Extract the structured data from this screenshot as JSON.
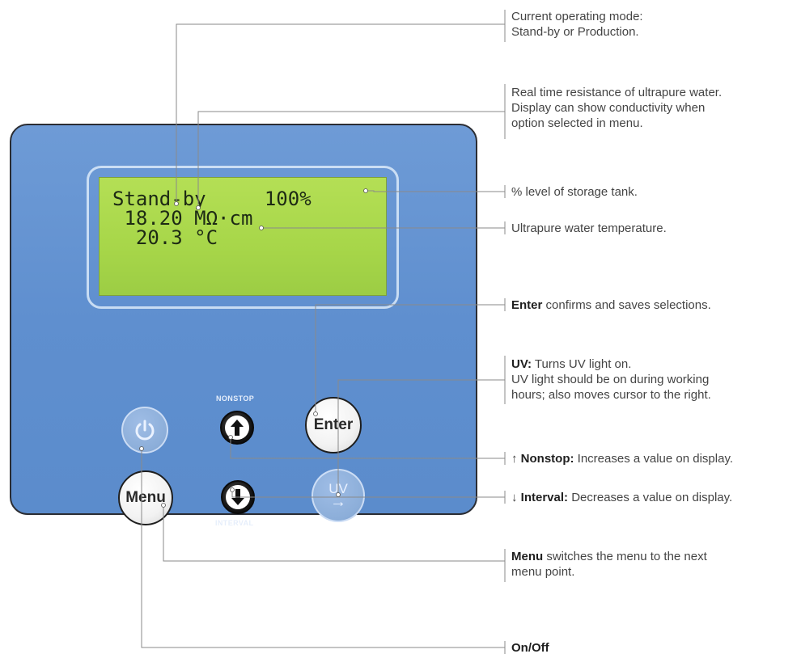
{
  "lcd": {
    "line1": "Stand-by     100%",
    "line2": " 18.20 MΩ·cm",
    "line3": "  20.3 °C"
  },
  "buttons": {
    "enter": "Enter",
    "menu": "Menu",
    "uv": "UV",
    "uv_arrow": "→",
    "nonstop_label": "NONSTOP",
    "interval_label": "INTERVAL"
  },
  "callouts": {
    "mode_1": "Current operating mode:",
    "mode_2": "Stand-by or Production.",
    "resistance_1": "Real time resistance of ultrapure water.",
    "resistance_2": "Display can show conductivity when",
    "resistance_3": "option selected in menu.",
    "level": "% level of storage tank.",
    "temperature": "Ultrapure water temperature.",
    "enter_bold": "Enter",
    "enter_text": " confirms and saves selections.",
    "uv_bold": "UV:",
    "uv_text_1": " Turns UV light on.",
    "uv_text_2": "UV light should be on during working",
    "uv_text_3": "hours; also moves cursor to the right.",
    "nonstop_prefix": "↑ ",
    "nonstop_bold": "Nonstop:",
    "nonstop_text": " Increases a value on display.",
    "interval_prefix": "↓ ",
    "interval_bold": "Interval:",
    "interval_text": " Decreases a value on display.",
    "menu_bold": "Menu",
    "menu_text_1": " switches the menu to the next",
    "menu_text_2": "menu point.",
    "onoff_bold": "On/Off"
  },
  "icons": {
    "power": "power-icon",
    "up": "arrow-up-icon",
    "down": "arrow-down-icon"
  },
  "colors": {
    "panel": "#5f8fcf",
    "lcd": "#a7d649",
    "leader_line": "#8a8a8a"
  }
}
